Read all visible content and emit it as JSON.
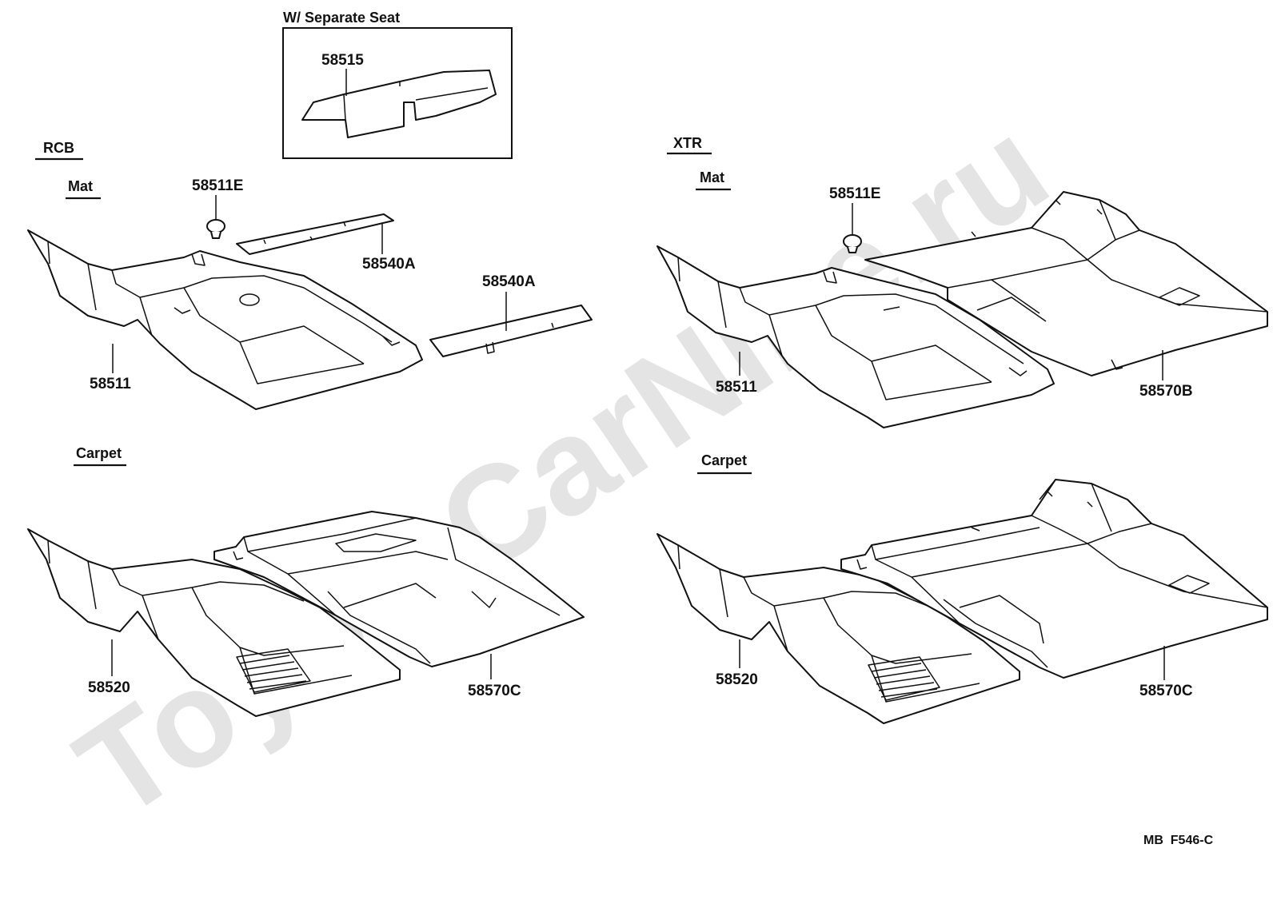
{
  "watermark": "ToyotaCarNine.ru",
  "inset_title": "W/ Separate Seat",
  "sections": {
    "rcb": "RCB",
    "xtr": "XTR",
    "mat_left": "Mat",
    "mat_right": "Mat",
    "carpet_left": "Carpet",
    "carpet_right": "Carpet"
  },
  "parts": {
    "p58515": "58515",
    "p58511e_left": "58511E",
    "p58540a_upper": "58540A",
    "p58540a_lower": "58540A",
    "p58511_left": "58511",
    "p58520_left": "58520",
    "p58570c_left": "58570C",
    "p58511e_right": "58511E",
    "p58511_right": "58511",
    "p58570b": "58570B",
    "p58520_right": "58520",
    "p58570c_right": "58570C"
  },
  "diagram_code": "MB  F546-C"
}
